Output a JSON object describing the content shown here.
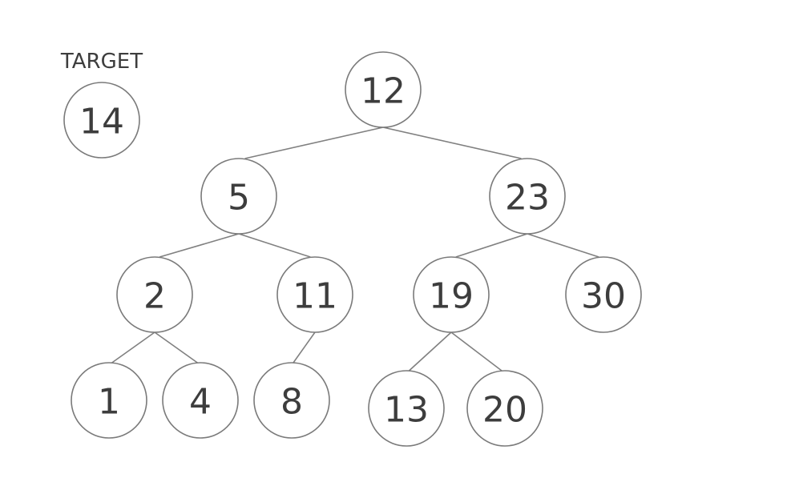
{
  "target": {
    "caption": "TARGET",
    "value": "14"
  },
  "tree": {
    "nodes": [
      {
        "id": "n12",
        "label": "12"
      },
      {
        "id": "n5",
        "label": "5"
      },
      {
        "id": "n23",
        "label": "23"
      },
      {
        "id": "n2",
        "label": "2"
      },
      {
        "id": "n11",
        "label": "11"
      },
      {
        "id": "n19",
        "label": "19"
      },
      {
        "id": "n30",
        "label": "30"
      },
      {
        "id": "n1",
        "label": "1"
      },
      {
        "id": "n4",
        "label": "4"
      },
      {
        "id": "n8",
        "label": "8"
      },
      {
        "id": "n13",
        "label": "13"
      },
      {
        "id": "n20",
        "label": "20"
      }
    ],
    "edges": [
      {
        "from": "n12",
        "to": "n5"
      },
      {
        "from": "n12",
        "to": "n23"
      },
      {
        "from": "n5",
        "to": "n2"
      },
      {
        "from": "n5",
        "to": "n11"
      },
      {
        "from": "n23",
        "to": "n19"
      },
      {
        "from": "n23",
        "to": "n30"
      },
      {
        "from": "n2",
        "to": "n1"
      },
      {
        "from": "n2",
        "to": "n4"
      },
      {
        "from": "n11",
        "to": "n8"
      },
      {
        "from": "n19",
        "to": "n13"
      },
      {
        "from": "n19",
        "to": "n20"
      }
    ]
  },
  "colors": {
    "node_stroke": "#7a7a7a",
    "edge_stroke": "#808080",
    "text": "#3d3d3d",
    "background": "#ffffff"
  }
}
